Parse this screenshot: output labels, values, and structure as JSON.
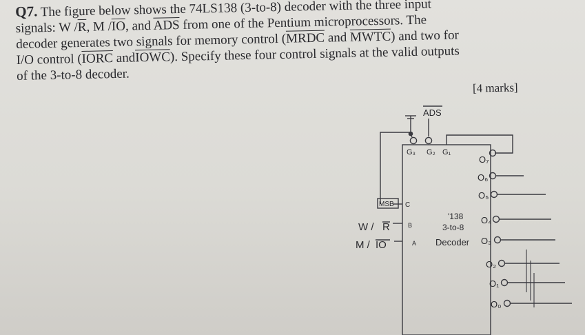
{
  "question": {
    "number": "Q7.",
    "line1": "The figure below shows the 74LS138 (3-to-8) decoder with the three input",
    "line2_a": "signals: W /",
    "line2_R": "R",
    "line2_b": ",  M /",
    "line2_IO": "IO",
    "line2_c": ",  and",
    "line2_ADS": "ADS",
    "line2_d": "from one of the Pentium microprocessors. The",
    "line3_a": "decoder generates two signals for memory control (",
    "line3_MRDC": "MRDC",
    "line3_b": " and",
    "line3_MWTC": "MWTC",
    "line3_c": ") and two for",
    "line4_a": "I/O control (",
    "line4_IORC": "IORC",
    "line4_b": " and",
    "line4_IOWC": "IOWC",
    "line4_c": "). Specify these four control signals at the valid outputs",
    "line5": "of the 3-to-8 decoder.",
    "marks": "[4 marks]"
  },
  "diagram": {
    "ads_label": "ADS",
    "enable_g3": "G₃",
    "enable_g2": "G₂",
    "enable_g1": "G₁",
    "msb_label": "MSB",
    "input_c": "C",
    "input_b": "B",
    "input_a": "A",
    "signal_wr": "W /",
    "signal_wr_bar": "R",
    "signal_mio": "M /",
    "signal_mio_bar": "IO",
    "chip_number": "'138",
    "chip_type": "3-to-8",
    "chip_name": "Decoder",
    "outputs": [
      "O₇",
      "O₆",
      "O₅",
      "O₄",
      "O₃",
      "O₂",
      "O₁",
      "O₀"
    ]
  }
}
